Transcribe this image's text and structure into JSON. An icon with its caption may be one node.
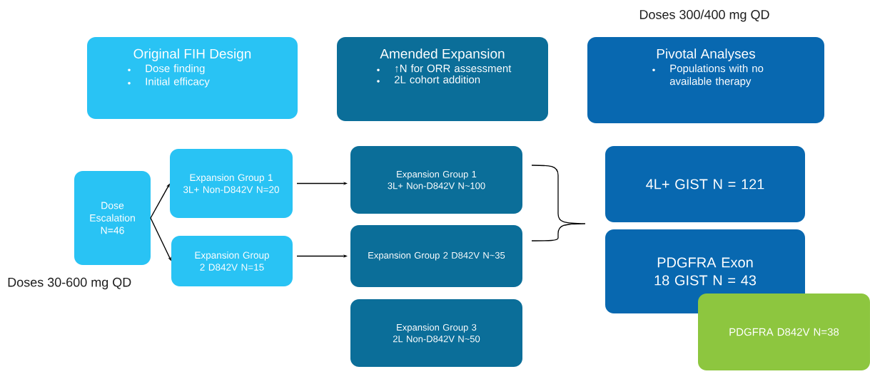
{
  "diagram": {
    "nodes": [
      {
        "text": [
          "Original FIH Design",
          "Dose finding",
          "Initial efficacy"
        ]
      },
      {
        "text": [
          "Amended Expansion",
          "↑N for ORR assessment",
          "2L cohort addition"
        ]
      },
      {
        "text": [
          "Pivotal Analyses",
          "Populations with no available therapy"
        ]
      },
      {
        "text": [
          "Dose Escalation N=46"
        ]
      },
      {
        "text": [
          "Expansion Group 1 3L+ Non-D842V N=20"
        ]
      },
      {
        "text": [
          "Expansion Group 2 D842V N=15"
        ]
      },
      {
        "text": [
          "Expansion Group 1 3L+ Non-D842V N~100"
        ]
      },
      {
        "text": [
          "Expansion Group 2 D842V N~35"
        ]
      },
      {
        "text": [
          "Expansion Group 3 2L Non-D842V N~50"
        ]
      },
      {
        "text": [
          "4L+ GIST N = 121"
        ]
      },
      {
        "text": [
          "PDGFRA Exon 18 GIST N = 43"
        ]
      },
      {
        "text": [
          "PDGFRA D842V N=38"
        ]
      }
    ],
    "edges": [
      {
        "from": 3,
        "to": 4,
        "arrow": "to"
      },
      {
        "from": 3,
        "to": 5,
        "arrow": "to"
      },
      {
        "from": 4,
        "to": 6,
        "arrow": "to"
      },
      {
        "from": 5,
        "to": 7,
        "arrow": "to"
      }
    ],
    "labels": [
      "Doses 300/400 mg QD",
      "Doses 30-600 mg QD"
    ]
  }
}
